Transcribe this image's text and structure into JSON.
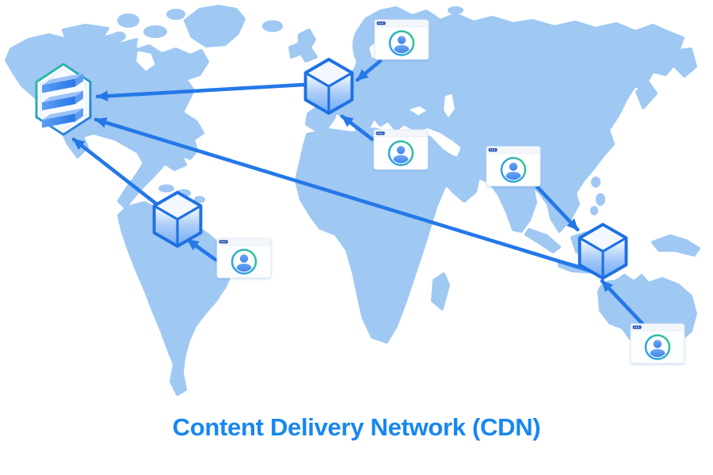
{
  "title": "Content Delivery Network (CDN)",
  "colors": {
    "map": "#9FC8F3",
    "arrow": "#2478E8",
    "icon_stroke": "#1D71E2",
    "title_text": "#1787F0",
    "origin_border_start": "#2FC89B",
    "origin_border_end": "#2B7BE9",
    "ring_start": "#2E9BF5",
    "ring_end": "#2FC68F",
    "person_blue": "#4A90EE",
    "window_bg": "#FDFEFF",
    "slab_front": "#2F7DE9",
    "slab_top": "#9AC3F8"
  },
  "diagram": {
    "origin": {
      "icon": "origin-server-stack-icon",
      "region": "north-america"
    },
    "edge_servers": [
      {
        "id": "edge-europe",
        "icon": "edge-server-cube-icon",
        "region": "europe"
      },
      {
        "id": "edge-south-america",
        "icon": "edge-server-cube-icon",
        "region": "south-america"
      },
      {
        "id": "edge-southeast-asia",
        "icon": "edge-server-cube-icon",
        "region": "southeast-asia"
      }
    ],
    "users": [
      {
        "id": "user-north-europe",
        "icon": "user-browser-icon"
      },
      {
        "id": "user-central-europe",
        "icon": "user-browser-icon"
      },
      {
        "id": "user-south-america",
        "icon": "user-browser-icon"
      },
      {
        "id": "user-india",
        "icon": "user-browser-icon"
      },
      {
        "id": "user-australia",
        "icon": "user-browser-icon"
      }
    ],
    "connections": [
      {
        "from": "user-north-europe",
        "to": "edge-europe"
      },
      {
        "from": "user-central-europe",
        "to": "edge-europe"
      },
      {
        "from": "user-south-america",
        "to": "edge-south-america"
      },
      {
        "from": "user-india",
        "to": "edge-southeast-asia"
      },
      {
        "from": "user-australia",
        "to": "edge-southeast-asia"
      },
      {
        "from": "edge-europe",
        "to": "origin"
      },
      {
        "from": "edge-south-america",
        "to": "origin"
      },
      {
        "from": "edge-southeast-asia",
        "to": "origin"
      }
    ]
  }
}
